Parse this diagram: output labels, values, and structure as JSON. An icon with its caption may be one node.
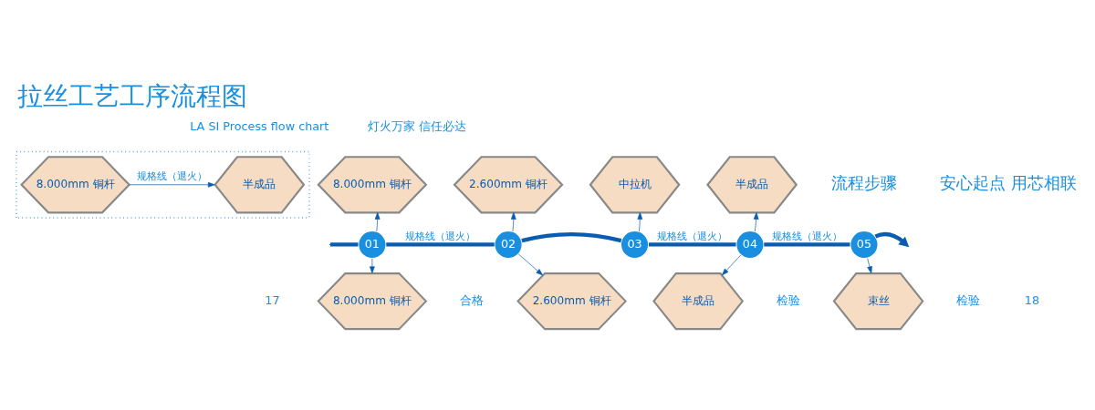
{
  "diagram": {
    "title": "拉丝工艺工序流程图",
    "nodes": [
      {
        "text": [],
        "shape": "box"
      },
      {
        "text": [
          "8.000mm 铜杆"
        ],
        "in": 0
      },
      {
        "text": [
          "半成品"
        ],
        "in": 0
      },
      {
        "text": [
          "8.000mm 铜杆"
        ]
      },
      {
        "text": [
          "2.600mm 铜杆"
        ]
      },
      {
        "text": [
          "中拉机"
        ]
      },
      {
        "text": [
          "半成品"
        ]
      },
      {
        "text": [
          "01"
        ]
      },
      {
        "text": [
          "02"
        ]
      },
      {
        "text": [
          "03"
        ]
      },
      {
        "text": [
          "04"
        ]
      },
      {
        "text": [
          "05"
        ]
      },
      {
        "text": [
          "8.000mm 铜杆"
        ]
      },
      {
        "text": [
          "2.600mm 铜杆"
        ]
      },
      {
        "text": [
          "半成品"
        ]
      },
      {
        "text": [
          "束丝"
        ]
      }
    ],
    "edges": [
      {
        "from": 1,
        "to": 2,
        "arrow": "to",
        "label": "规格线（退火）"
      },
      {
        "from": null,
        "to": 7,
        "arrow": "none",
        "style": "thick"
      },
      {
        "from": 7,
        "to": 8,
        "arrow": "none",
        "style": "thick",
        "label": "规格线（退火）"
      },
      {
        "from": 8,
        "to": 9,
        "arrow": "none",
        "style": "thick"
      },
      {
        "from": 9,
        "to": 10,
        "arrow": "none",
        "style": "thick",
        "label": "规格线（退火）"
      },
      {
        "from": 10,
        "to": 11,
        "arrow": "none",
        "style": "thick",
        "label": "规格线（退火）"
      },
      {
        "from": 11,
        "to": null,
        "arrow": "to",
        "style": "thick"
      },
      {
        "from": 7,
        "to": 3,
        "arrow": "to"
      },
      {
        "from": 7,
        "to": 12,
        "arrow": "to"
      },
      {
        "from": 8,
        "to": 4,
        "arrow": "to"
      },
      {
        "from": 8,
        "to": 13,
        "arrow": "to"
      },
      {
        "from": 9,
        "to": 5,
        "arrow": "to"
      },
      {
        "from": 10,
        "to": 6,
        "arrow": "to"
      },
      {
        "from": 10,
        "to": 14,
        "arrow": "to"
      },
      {
        "from": 11,
        "to": 15,
        "arrow": "to"
      }
    ],
    "labels": [
      "LA SI Process flow chart",
      "灯火万家 信任必达",
      "流程步骤",
      "安心起点 用芯相联",
      "合格",
      "检验",
      "检验",
      "17",
      "18"
    ]
  }
}
